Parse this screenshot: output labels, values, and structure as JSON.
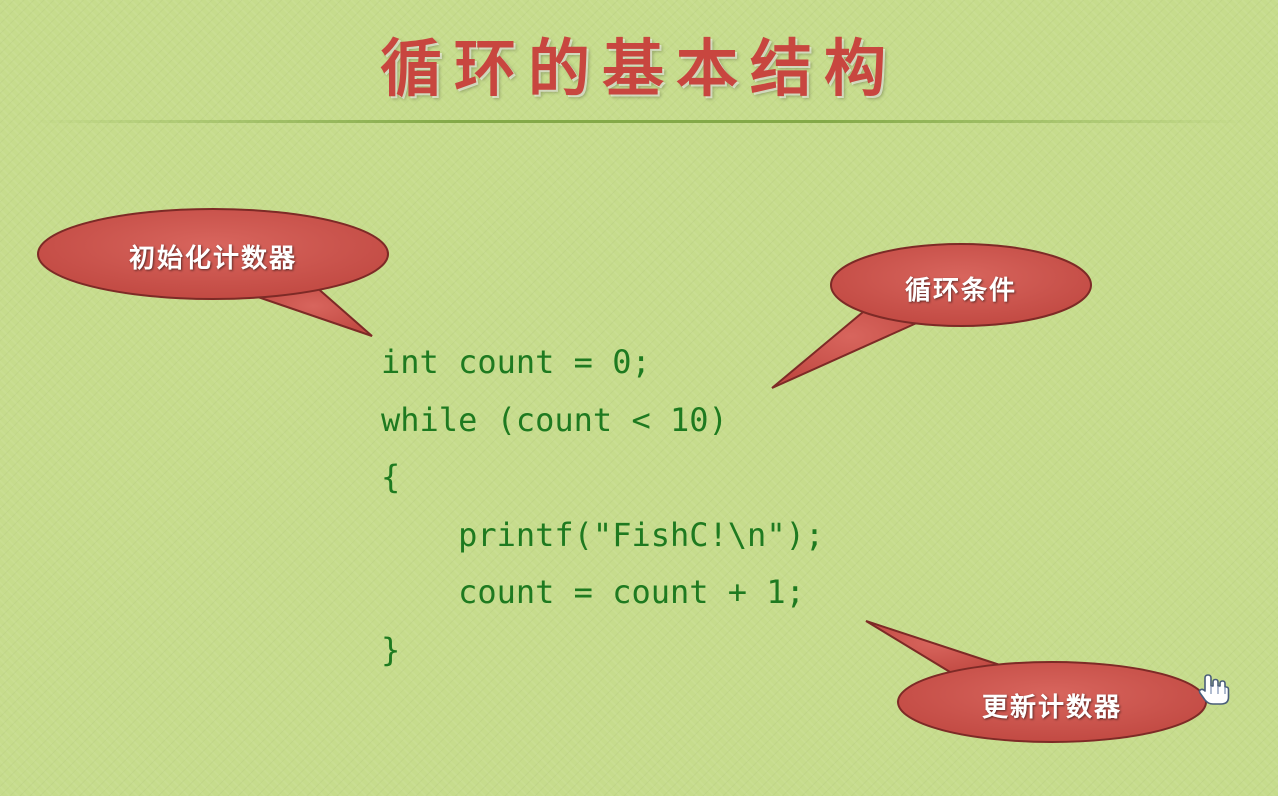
{
  "slide": {
    "title": "循环的基本结构",
    "colors": {
      "background": "#c6dc8c",
      "title": "#c8463f",
      "code": "#1e7a20",
      "callout_fill": "#c9514a",
      "callout_stroke": "#7d2a26",
      "callout_text": "#ffffff"
    }
  },
  "code": {
    "lines": [
      "int count = 0;",
      "while (count < 10)",
      "{",
      "    printf(\"FishC!\\n\");",
      "    count = count + 1;",
      "}"
    ]
  },
  "callouts": {
    "init_counter": "初始化计数器",
    "loop_condition": "循环条件",
    "update_counter": "更新计数器"
  },
  "cursor": {
    "icon": "hand-pointer-icon"
  }
}
